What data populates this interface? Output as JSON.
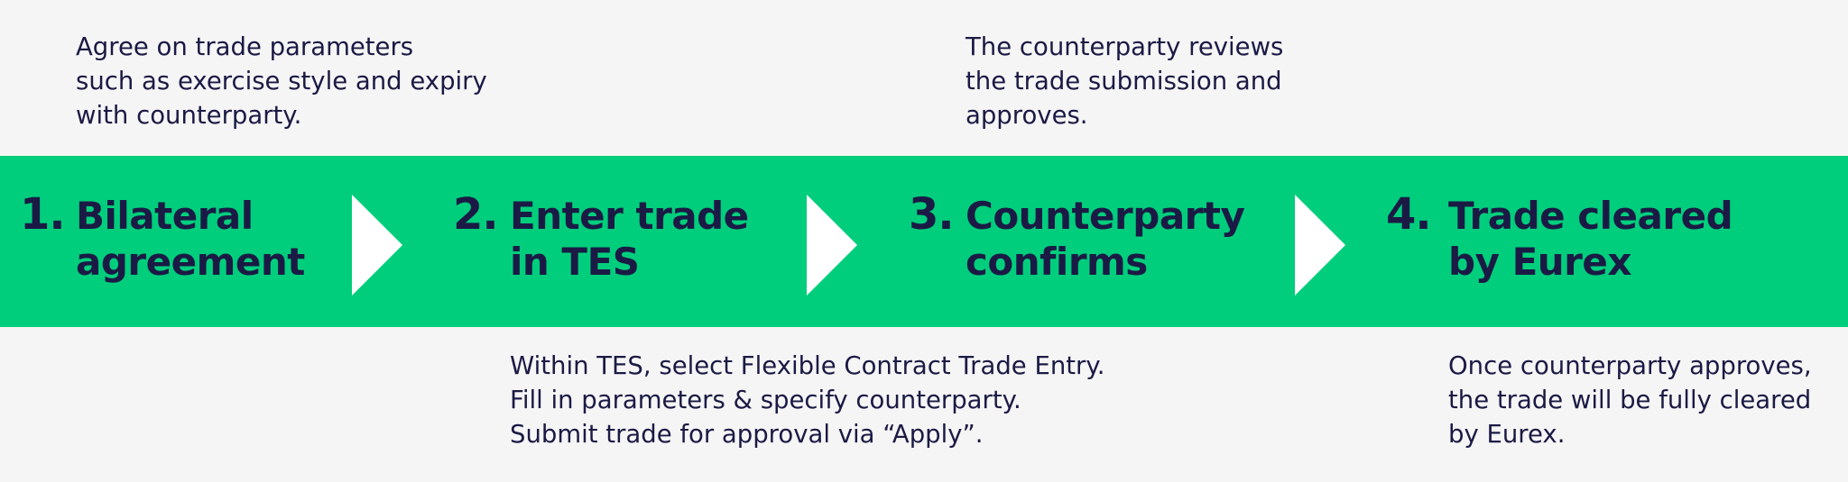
{
  "steps": [
    {
      "number": "1.",
      "title": "Bilateral\nagreement",
      "description": "Agree on trade parameters\nsuch as exercise style and expiry\nwith counterparty."
    },
    {
      "number": "2.",
      "title": "Enter trade\nin TES",
      "description": "Within TES, select Flexible Contract Trade Entry.\nFill in parameters & specify counterparty.\nSubmit trade for approval via “Apply”."
    },
    {
      "number": "3.",
      "title": "Counterparty\nconfirms",
      "description": "The counterparty reviews\nthe trade submission and\napproves."
    },
    {
      "number": "4.",
      "title": "Trade cleared\nby Eurex",
      "description": "Once counterparty approves,\nthe trade will be fully cleared\nby Eurex."
    }
  ],
  "colors": {
    "band": "#00ce7c",
    "background": "#f5f5f5",
    "text": "#1b1a45",
    "arrow": "#ffffff"
  },
  "icons": [
    "arrow-right-icon",
    "arrow-right-icon",
    "arrow-right-icon"
  ]
}
